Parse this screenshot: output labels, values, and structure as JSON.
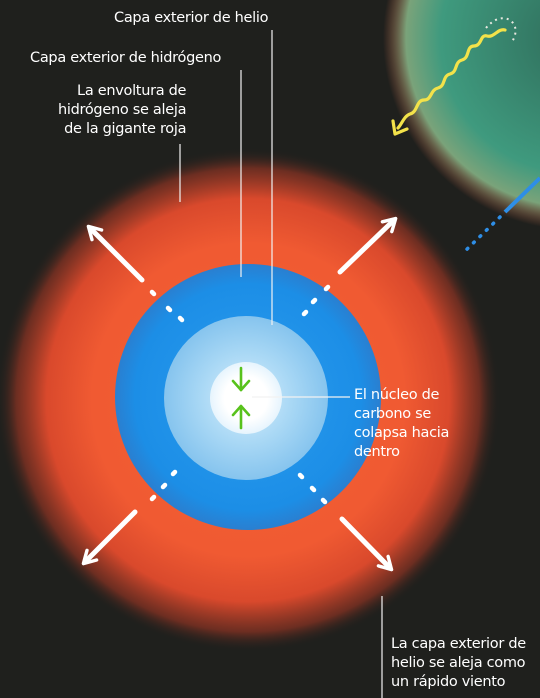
{
  "labels": {
    "helium_outer": "Capa exterior de helio",
    "hydrogen_outer": "Capa exterior de hidrógeno",
    "envelope_lines": [
      "La envoltura de",
      "hidrógeno se aleja",
      "de la gigante roja"
    ],
    "core_lines": [
      "El núcleo de",
      "carbono se",
      "colapsa hacia",
      "dentro"
    ],
    "wind_lines": [
      "La capa exterior de",
      "helio se aleja como",
      "un rápido viento"
    ]
  },
  "colors": {
    "background": "#1f201d",
    "outer_envelope": "#f05a32",
    "hydrogen_layer": "#1c8ee6",
    "helium_layer": "#9fd4f4",
    "core": "#ffffff",
    "arrows": "#ffffff",
    "core_arrows": "#58c21c",
    "neighbor_star": "#3f9a7e",
    "photon": "#f3e24a"
  },
  "icons": {
    "expansion_arrow": "arrow-outward-icon",
    "core_collapse_arrow": "arrow-inward-icon",
    "light_wave": "photon-wave-icon"
  }
}
